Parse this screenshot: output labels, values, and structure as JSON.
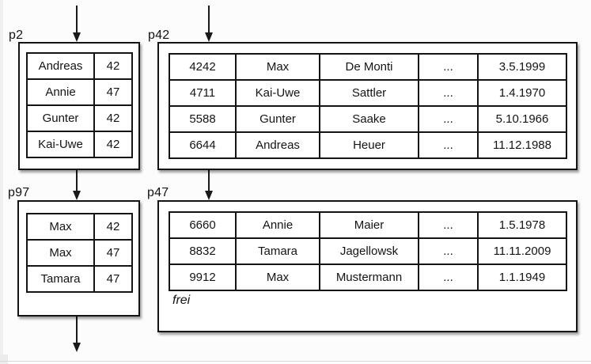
{
  "diagram": {
    "pages": {
      "p2": {
        "label": "p2",
        "rows": [
          [
            "Andreas",
            "42"
          ],
          [
            "Annie",
            "47"
          ],
          [
            "Gunter",
            "42"
          ],
          [
            "Kai-Uwe",
            "42"
          ]
        ]
      },
      "p42": {
        "label": "p42",
        "rows": [
          [
            "4242",
            "Max",
            "De Monti",
            "...",
            "3.5.1999"
          ],
          [
            "4711",
            "Kai-Uwe",
            "Sattler",
            "...",
            "1.4.1970"
          ],
          [
            "5588",
            "Gunter",
            "Saake",
            "...",
            "5.10.1966"
          ],
          [
            "6644",
            "Andreas",
            "Heuer",
            "...",
            "11.12.1988"
          ]
        ]
      },
      "p97": {
        "label": "p97",
        "rows": [
          [
            "Max",
            "42"
          ],
          [
            "Max",
            "47"
          ],
          [
            "Tamara",
            "47"
          ]
        ]
      },
      "p47": {
        "label": "p47",
        "rows": [
          [
            "6660",
            "Annie",
            "Maier",
            "...",
            "1.5.1978"
          ],
          [
            "8832",
            "Tamara",
            "Jagellowsk",
            "...",
            "11.11.2009"
          ],
          [
            "9912",
            "Max",
            "Mustermann",
            "...",
            "1.1.1949"
          ]
        ],
        "free_space_label": "frei"
      }
    },
    "colors": {
      "border": "#141414",
      "box_fill": "#ffffff",
      "background": "#fcfcfc",
      "text": "#141414"
    }
  }
}
